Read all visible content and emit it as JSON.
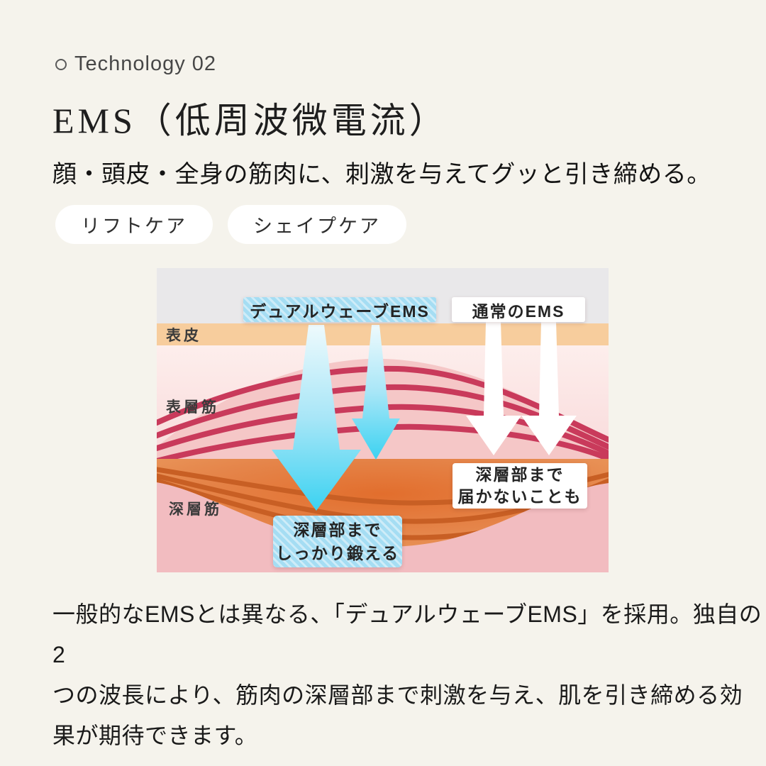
{
  "header": {
    "tech_label": "Technology 02",
    "title": "EMS（低周波微電流）",
    "subtitle": "顔・頭皮・全身の筋肉に、刺激を与えてグッと引き締める。"
  },
  "badges": [
    {
      "label": "リフトケア"
    },
    {
      "label": "シェイプケア"
    }
  ],
  "diagram": {
    "dual_wave_label": "デュアルウェーブEMS",
    "normal_label": "通常のEMS",
    "layers": [
      {
        "label": "表皮"
      },
      {
        "label": "表層筋"
      },
      {
        "label": "深層筋"
      }
    ],
    "blue_callout": "深層部まで\nしっかり鍛える",
    "white_callout": "深層部まで\n届かないことも",
    "colors": {
      "accent_cyan": "#3ed3f1",
      "label_blue": "#a5ddf3",
      "top_gray": "#e9e8ea",
      "epidermis_tan": "#f7cd9d",
      "dermis_pink": "#fbe7e7",
      "muscle_crimson": "#c93a5b",
      "deep_orange": "#e5762f",
      "bottom_pink": "#f2bcc0"
    }
  },
  "body_text": "一般的なEMSとは異なる、「デュアルウェーブEMS」を採用。独自の2\nつの波長により、筋肉の深層部まで刺激を与え、肌を引き締める効\n果が期待できます。"
}
